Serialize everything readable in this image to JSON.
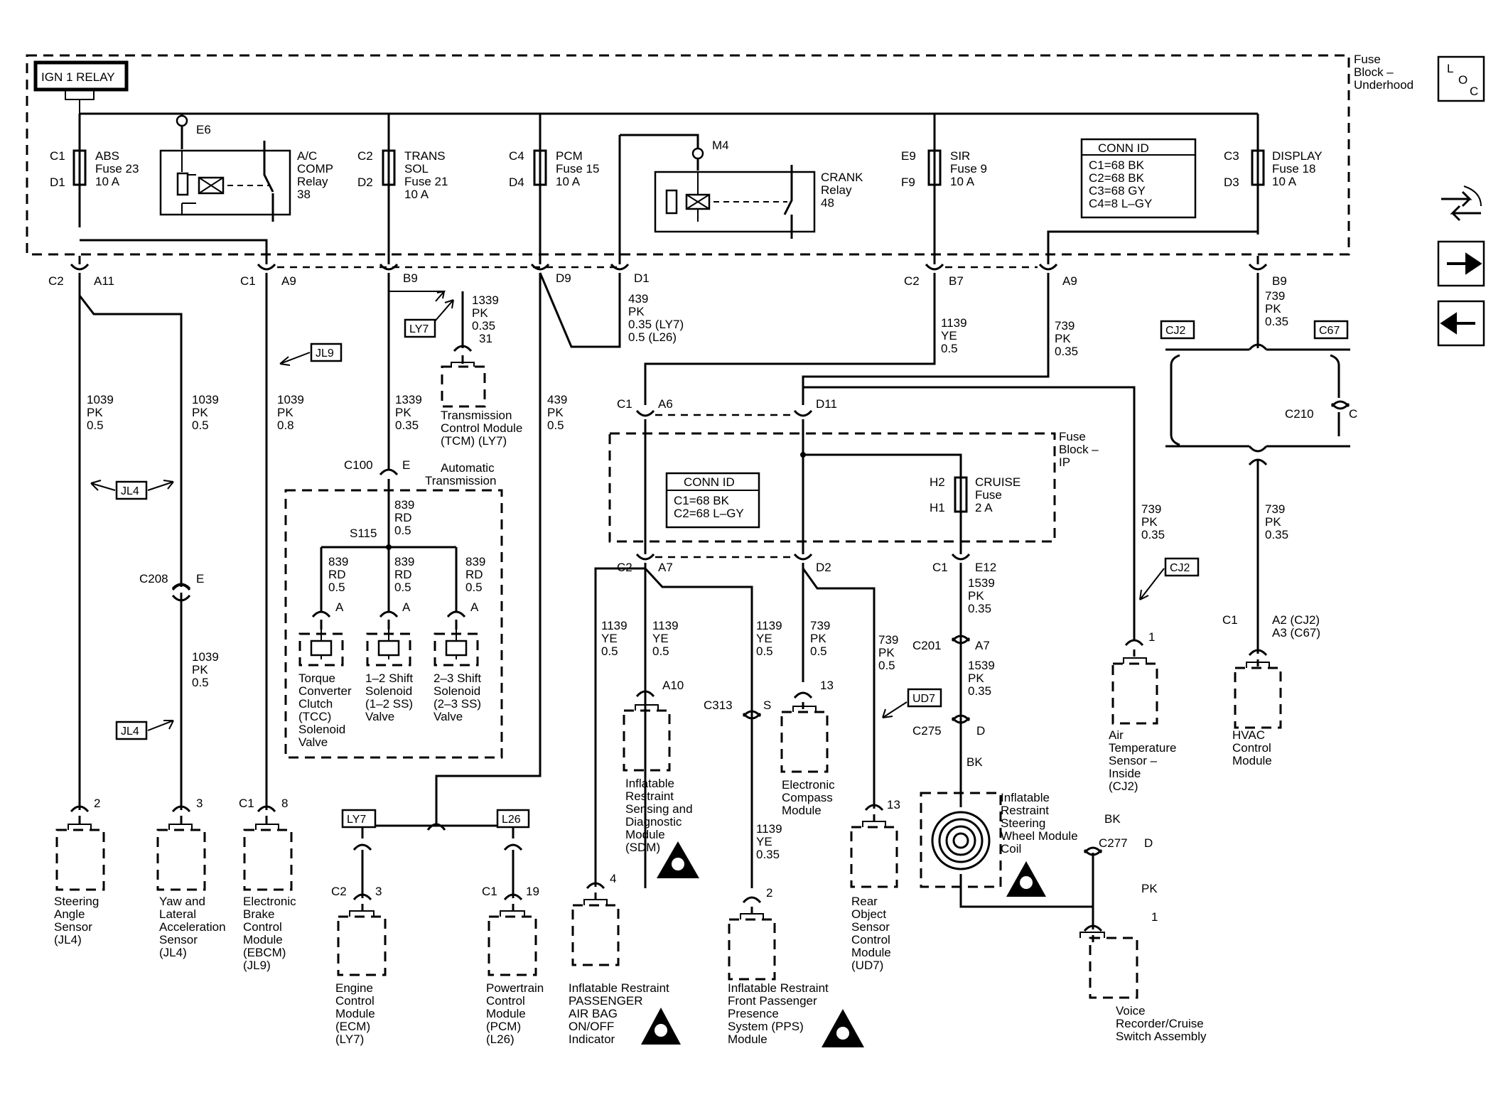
{
  "header": {
    "relay": "IGN 1 RELAY",
    "fuse_block_underhood": [
      "Fuse",
      "Block –",
      "Underhood"
    ],
    "loc": [
      "L",
      "O",
      "C"
    ]
  },
  "fuses": [
    {
      "top": "C1",
      "bot": "D1",
      "name": [
        "ABS",
        "Fuse 23",
        "10 A"
      ]
    },
    {
      "top": "C2",
      "bot": "D2",
      "name": [
        "TRANS",
        "SOL",
        "Fuse 21",
        "10 A"
      ]
    },
    {
      "top": "C4",
      "bot": "D4",
      "name": [
        "PCM",
        "Fuse 15",
        "10 A"
      ]
    },
    {
      "top": "E9",
      "bot": "F9",
      "name": [
        "SIR",
        "Fuse 9",
        "10 A"
      ]
    },
    {
      "top": "C3",
      "bot": "D3",
      "name": [
        "DISPLAY",
        "Fuse 18",
        "10 A"
      ]
    },
    {
      "top": "H2",
      "bot": "H1",
      "name": [
        "CRUISE",
        "Fuse",
        "2 A"
      ]
    }
  ],
  "relays": {
    "ac": {
      "pin": "E6",
      "name": [
        "A/C",
        "COMP",
        "Relay",
        "38"
      ]
    },
    "crank": {
      "pin": "M4",
      "name": [
        "CRANK",
        "Relay",
        "48"
      ]
    }
  },
  "conn_id_underhood": {
    "title": "CONN ID",
    "lines": [
      "C1=68 BK",
      "C2=68 BK",
      "C3=68 GY",
      "C4=8 L–GY"
    ]
  },
  "conn_id_ip": {
    "title": "CONN ID",
    "lines": [
      "C1=68 BK",
      "C2=68 L–GY"
    ]
  },
  "fuse_block_ip": [
    "Fuse",
    "Block –",
    "IP"
  ],
  "labels": {
    "c2_a11": [
      "C2",
      "A11"
    ],
    "c1_a9": [
      "C1",
      "A9"
    ],
    "b9": "B9",
    "d9": "D9",
    "d1": "D1",
    "c2_b7": [
      "C2",
      "B7"
    ],
    "a9": "A9",
    "b9_right": "B9",
    "c1_a6": [
      "C1",
      "A6"
    ],
    "d11": "D11",
    "c2_a7": [
      "C2",
      "A7"
    ],
    "d2": "D2",
    "c1_e12": [
      "C1",
      "E12"
    ],
    "c201": [
      "C201",
      "A7"
    ],
    "c275": [
      "C275",
      "D"
    ],
    "c100": [
      "C100",
      "E"
    ],
    "s115": "S115",
    "c208": [
      "C208",
      "E"
    ],
    "c210": [
      "C210",
      "C"
    ],
    "c313": [
      "C313",
      "S"
    ],
    "c277": [
      "C277",
      "D"
    ],
    "auto_trans": [
      "Automatic",
      "Transmission"
    ],
    "pin_a": "A",
    "bk1": "BK",
    "bk2": "BK",
    "pk": "PK"
  },
  "wires": {
    "w1039a": [
      "1039",
      "PK",
      "0.5"
    ],
    "w1039b": [
      "1039",
      "PK",
      "0.5"
    ],
    "w1039c": [
      "1039",
      "PK",
      "0.5"
    ],
    "w1039d": [
      "1039",
      "PK",
      "0.8"
    ],
    "w1339a": [
      "1339",
      "PK",
      "0.35",
      "31"
    ],
    "w1339b": [
      "1339",
      "PK",
      "0.35"
    ],
    "w439a": [
      "439",
      "PK",
      "0.35 (LY7)",
      "0.5 (L26)"
    ],
    "w439b": [
      "439",
      "PK",
      "0.5"
    ],
    "w839": [
      "839",
      "RD",
      "0.5"
    ],
    "w839a": [
      "839",
      "RD",
      "0.5"
    ],
    "w839b": [
      "839",
      "RD",
      "0.5"
    ],
    "w839c": [
      "839",
      "RD",
      "0.5"
    ],
    "w1139a": [
      "1139",
      "YE",
      "0.5"
    ],
    "w1139b": [
      "1139",
      "YE",
      "0.5"
    ],
    "w1139c": [
      "1139",
      "YE",
      "0.5"
    ],
    "w1139d": [
      "1139",
      "YE",
      "0.5"
    ],
    "w1139e": [
      "1139",
      "YE",
      "0.35"
    ],
    "w739a": [
      "739",
      "PK",
      "0.35"
    ],
    "w739b": [
      "739",
      "PK",
      "0.35"
    ],
    "w739c": [
      "739",
      "PK",
      "0.5"
    ],
    "w739d": [
      "739",
      "PK",
      "0.5"
    ],
    "w739e": [
      "739",
      "PK",
      "0.35"
    ],
    "w739f": [
      "739",
      "PK",
      "0.35"
    ],
    "w1539a": [
      "1539",
      "PK",
      "0.35"
    ],
    "w1539b": [
      "1539",
      "PK",
      "0.35"
    ]
  },
  "options": {
    "jl9": "JL9",
    "jl4a": "JL4",
    "jl4b": "JL4",
    "ly7a": "LY7",
    "ly7b": "LY7",
    "l26": "L26",
    "cj2a": "CJ2",
    "c67": "C67",
    "cj2b": "CJ2",
    "ud7": "UD7"
  },
  "solenoids": [
    {
      "name": [
        "Torque",
        "Converter",
        "Clutch",
        "(TCC)",
        "Solenoid",
        "Valve"
      ]
    },
    {
      "name": [
        "1–2 Shift",
        "Solenoid",
        "(1–2 SS)",
        "Valve"
      ]
    },
    {
      "name": [
        "2–3 Shift",
        "Solenoid",
        "(2–3 SS)",
        "Valve"
      ]
    }
  ],
  "components": {
    "steering": {
      "pin": "2",
      "name": [
        "Steering",
        "Angle",
        "Sensor",
        "(JL4)"
      ]
    },
    "yaw": {
      "pin": "3",
      "name": [
        "Yaw and",
        "Lateral",
        "Acceleration",
        "Sensor",
        "(JL4)"
      ]
    },
    "ebcm": {
      "conn": "C1",
      "pin": "8",
      "name": [
        "Electronic",
        "Brake",
        "Control",
        "Module",
        "(EBCM)",
        "(JL9)"
      ]
    },
    "tcm": {
      "name": [
        "Transmission",
        "Control Module",
        "(TCM) (LY7)"
      ]
    },
    "ecm": {
      "conn": "C2",
      "pin": "3",
      "name": [
        "Engine",
        "Control",
        "Module",
        "(ECM)",
        "(LY7)"
      ]
    },
    "pcm": {
      "conn": "C1",
      "pin": "19",
      "name": [
        "Powertrain",
        "Control",
        "Module",
        "(PCM)",
        "(L26)"
      ]
    },
    "onoff": {
      "pin": "4",
      "name": [
        "Inflatable Restraint",
        "PASSENGER",
        "AIR BAG",
        "ON/OFF",
        "Indicator"
      ]
    },
    "sdm": {
      "pin": "A10",
      "name": [
        "Inflatable",
        "Restraint",
        "Sensing and",
        "Diagnostic",
        "Module",
        "(SDM)"
      ]
    },
    "pps": {
      "pin": "2",
      "name": [
        "Inflatable Restraint",
        "Front Passenger",
        "Presence",
        "System (PPS)",
        "Module"
      ]
    },
    "compass": {
      "pin": "13",
      "name": [
        "Electronic",
        "Compass",
        "Module"
      ]
    },
    "ros": {
      "pin": "13",
      "name": [
        "Rear",
        "Object",
        "Sensor",
        "Control",
        "Module",
        "(UD7)"
      ]
    },
    "coil": {
      "name": [
        "Inflatable",
        "Restraint",
        "Steering",
        "Wheel Module",
        "Coil"
      ]
    },
    "voice": {
      "pin": "1",
      "name": [
        "Voice",
        "Recorder/Cruise",
        "Switch Assembly"
      ]
    },
    "airtemp": {
      "pin": "1",
      "name": [
        "Air",
        "Temperature",
        "Sensor –",
        "Inside",
        "(CJ2)"
      ]
    },
    "hvac": {
      "conn": "C1",
      "pins": [
        "A2 (CJ2)",
        "A3 (C67)"
      ],
      "name": [
        "HVAC",
        "Control",
        "Module"
      ]
    }
  },
  "nav": {
    "swap": "swap-icon",
    "next": "arrow-right-icon",
    "prev": "arrow-left-icon"
  }
}
